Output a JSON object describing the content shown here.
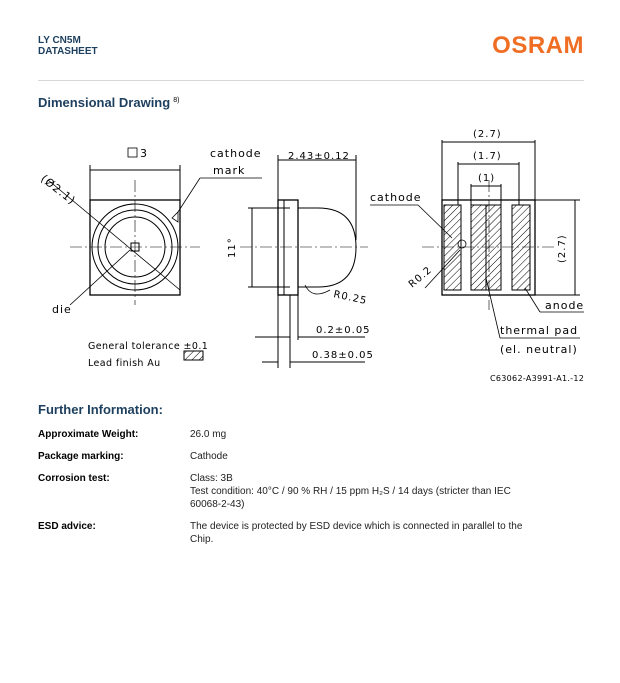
{
  "header": {
    "product": "LY CN5M",
    "doc_type": "DATASHEET",
    "logo": "OSRAM"
  },
  "dimensional_drawing": {
    "title": "Dimensional Drawing",
    "footnote": "8)",
    "labels": {
      "square": "3",
      "diameter": "(Ø2.1)",
      "cathode_mark_1": "cathode",
      "cathode_mark_2": "mark",
      "die": "die",
      "general_tolerance": "General tolerance ±0.1",
      "lead_finish": "Lead finish Au",
      "width_243": "2.43±0.12",
      "angle": "11°",
      "r025": "R0.25",
      "t02": "0.2±0.05",
      "t038": "0.38±0.05",
      "dim_27_top": "(2.7)",
      "dim_17": "(1.7)",
      "dim_1": "(1)",
      "dim_27_side": "(2.7)",
      "cathode": "cathode",
      "r02": "R0.2",
      "anode": "anode",
      "thermal_pad_1": "thermal pad",
      "thermal_pad_2": "(el. neutral)",
      "drawing_code": "C63062-A3991-A1.-12"
    }
  },
  "further_information": {
    "title": "Further Information:",
    "rows": [
      {
        "label": "Approximate Weight:",
        "lines": [
          "26.0 mg"
        ]
      },
      {
        "label": "Package marking:",
        "lines": [
          "Cathode"
        ]
      },
      {
        "label": "Corrosion test:",
        "lines": [
          "Class: 3B",
          "Test condition: 40°C / 90 % RH / 15 ppm H₂S / 14 days (stricter than IEC",
          "60068-2-43)"
        ]
      },
      {
        "label": "ESD advice:",
        "lines": [
          "The device is protected by ESD device which is connected in parallel to the",
          "Chip."
        ]
      }
    ]
  }
}
